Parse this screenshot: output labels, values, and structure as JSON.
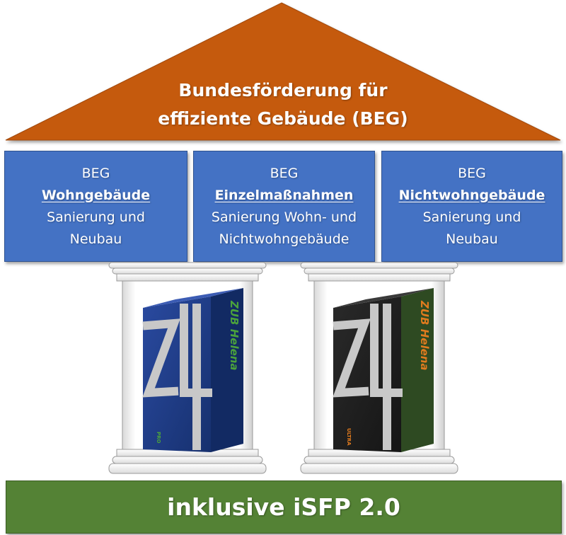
{
  "colors": {
    "roof": "#c55a11",
    "program_box": "#4472c4",
    "base": "#548235",
    "pillar": "#ffffff",
    "product_pro": "#1f3c88",
    "product_ultra": "#1e1e1e"
  },
  "roof": {
    "line1": "Bundesförderung für",
    "line2": "effiziente Gebäude (BEG)"
  },
  "programs": [
    {
      "prefix": "BEG",
      "name": "Wohngebäude",
      "line1": "Sanierung und",
      "line2": "Neubau"
    },
    {
      "prefix": "BEG",
      "name": "Einzelmaßnahmen",
      "line1": "Sanierung Wohn- und",
      "line2": "Nichtwohngebäude"
    },
    {
      "prefix": "BEG",
      "name": "Nichtwohngebäude",
      "line1": "Sanierung und",
      "line2": "Neubau"
    }
  ],
  "products": [
    {
      "brand": "ZUB Helena",
      "edition": "PRO",
      "logo": "Z4-logo"
    },
    {
      "brand": "ZUB Helena",
      "edition": "ULTRA",
      "logo": "Z4-logo"
    }
  ],
  "base": {
    "label": "inklusive iSFP 2.0"
  }
}
